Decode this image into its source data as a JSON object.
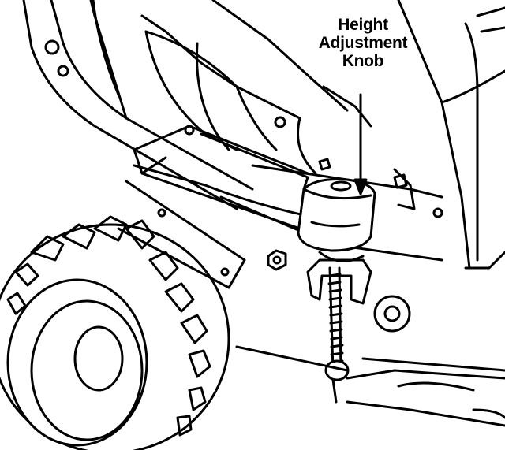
{
  "callout": {
    "line1": "Height",
    "line2": "Adjustment",
    "line3": "Knob"
  },
  "colors": {
    "ink": "#000000",
    "paper": "#ffffff"
  }
}
